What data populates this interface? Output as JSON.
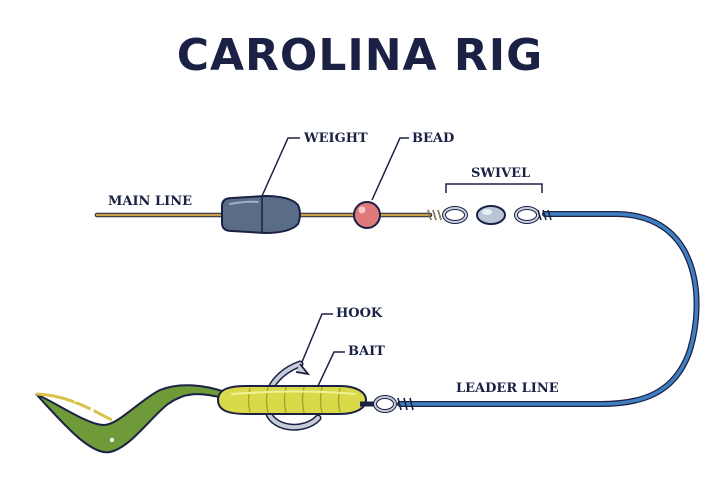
{
  "title": "CAROLINA RIG",
  "labels": {
    "main_line": "MAIN LINE",
    "weight": "WEIGHT",
    "bead": "BEAD",
    "swivel": "SWIVEL",
    "hook": "HOOK",
    "bait": "BAIT",
    "leader_line": "LEADER LINE"
  },
  "colors": {
    "ink": "#1b2144",
    "main_line": "#c9a14a",
    "leader_line": "#3f7fc0",
    "weight": "#5a6d86",
    "bead": "#e07a7a",
    "swivel": "#b9c6d8",
    "bait_body": "#d9d94a",
    "bait_tail": "#6f9a3a",
    "hook": "#c6ccd8"
  }
}
